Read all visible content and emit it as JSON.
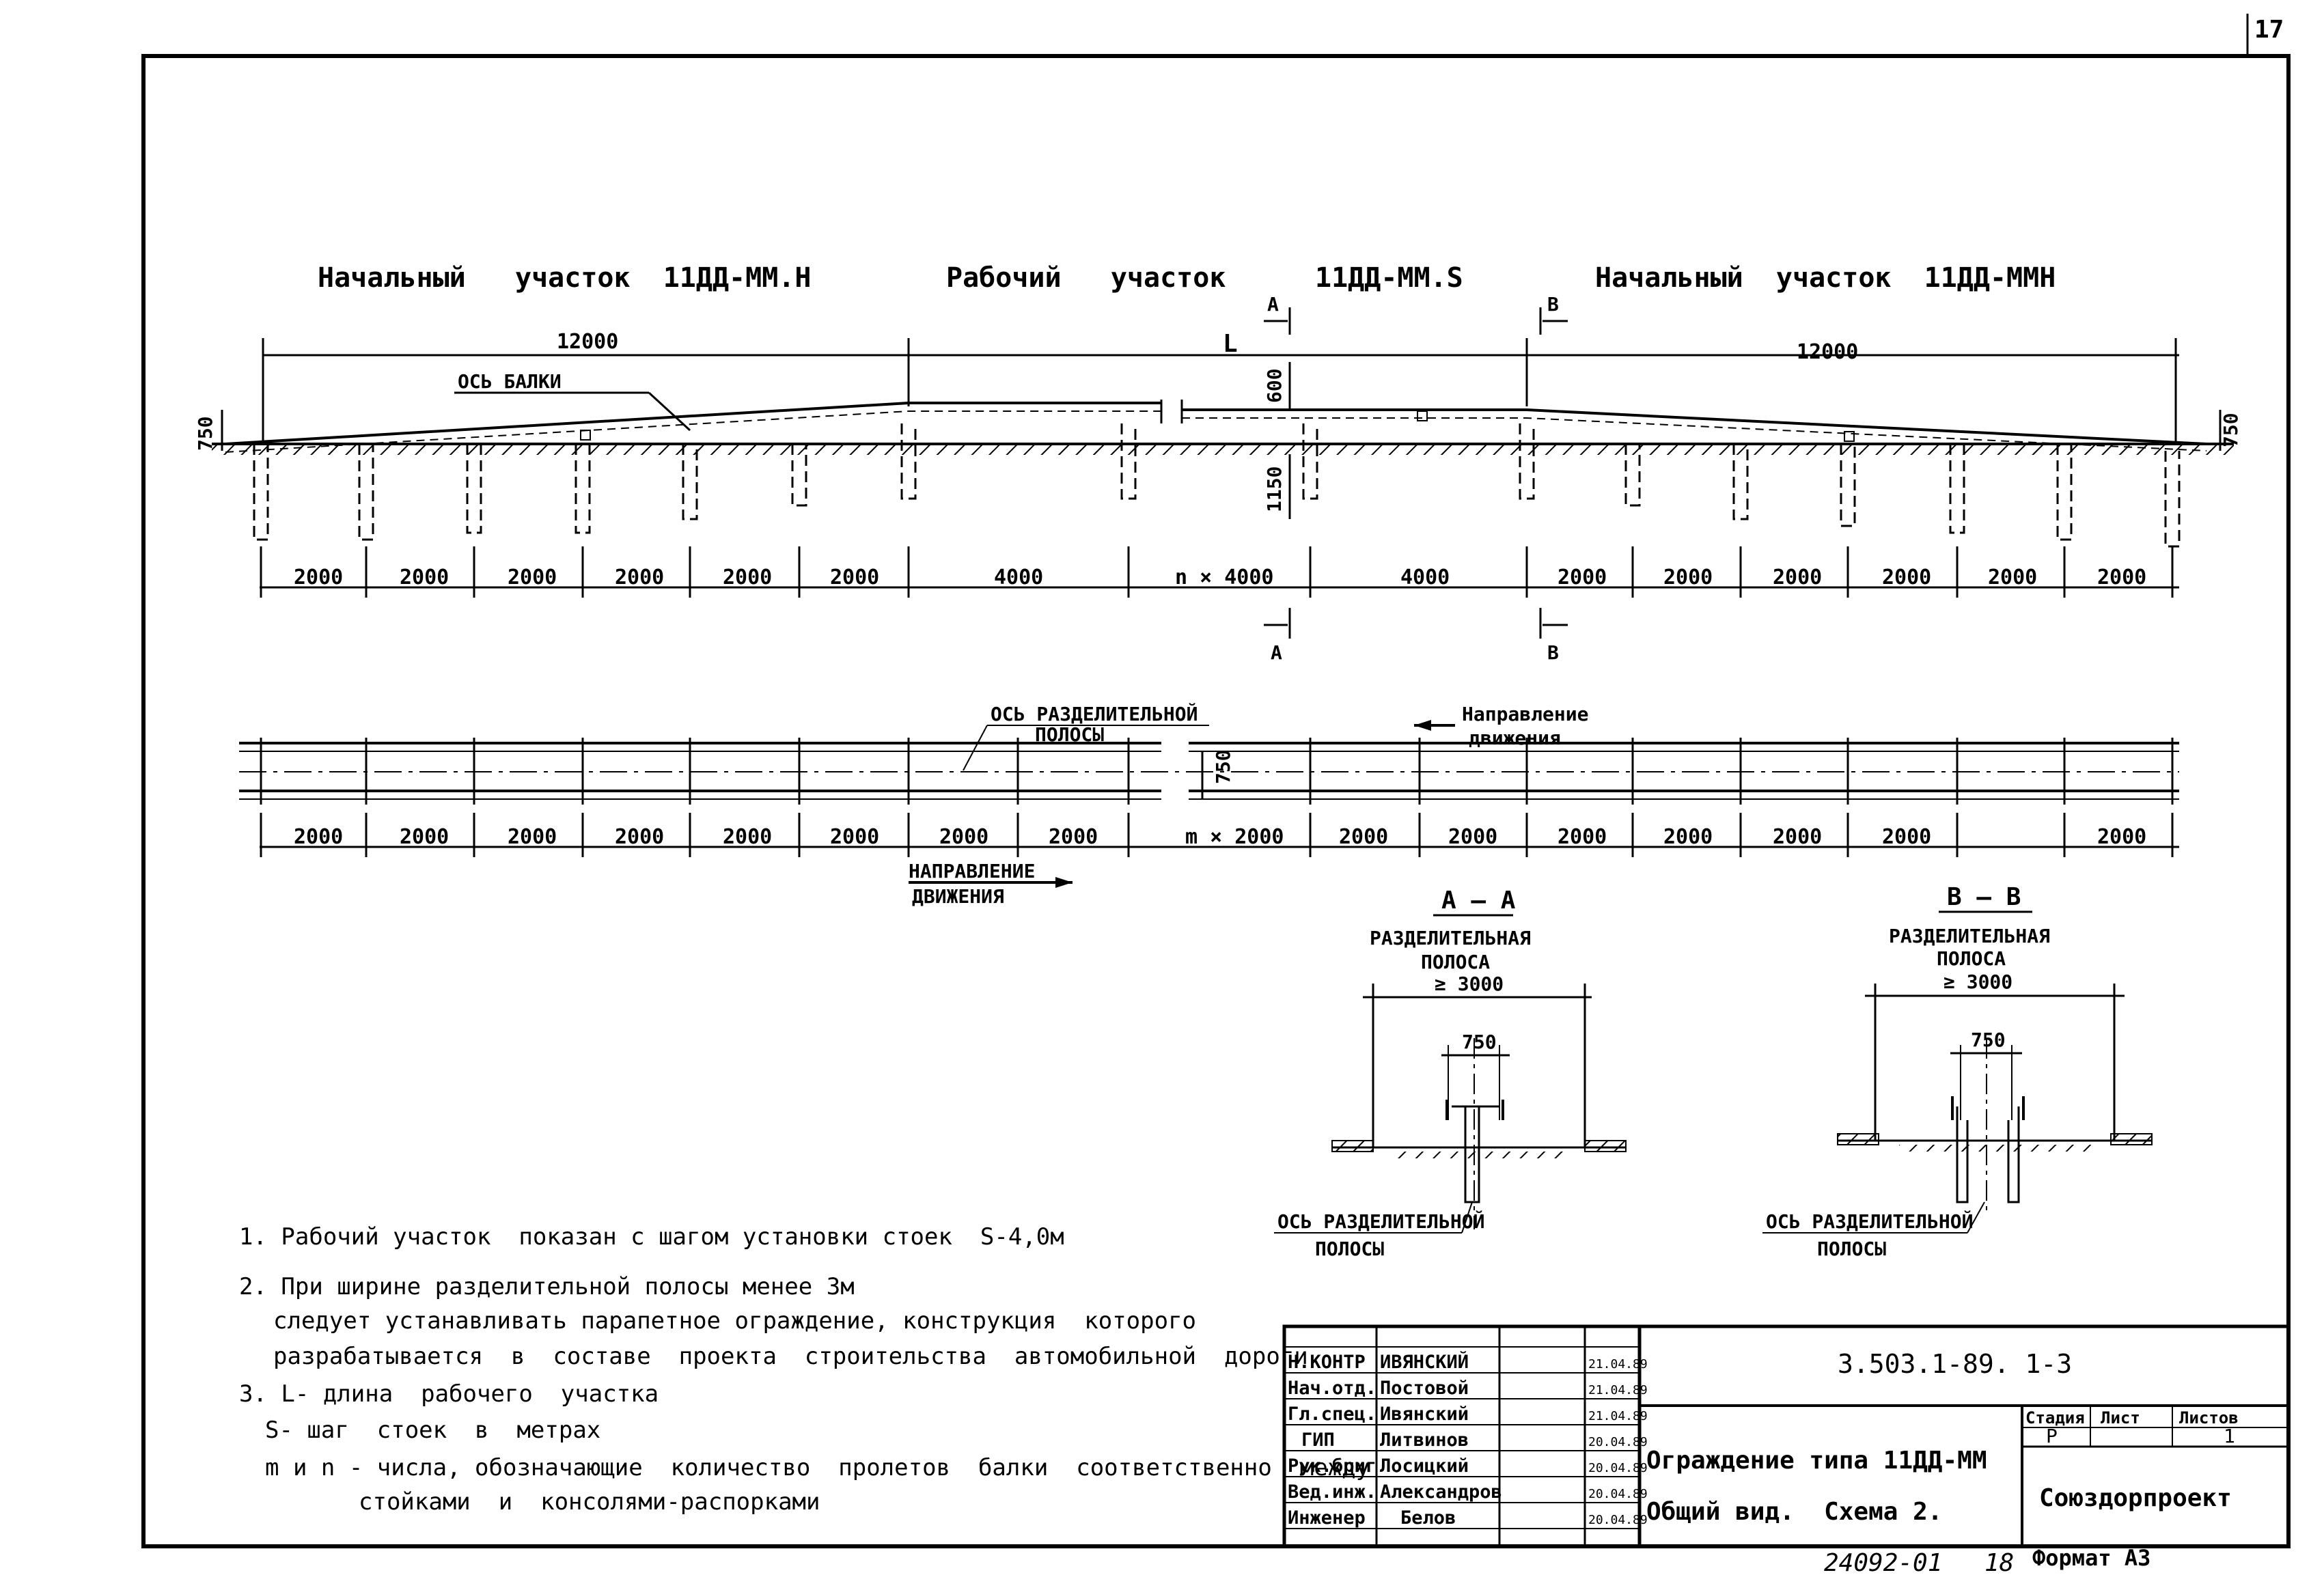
{
  "page_number": "17",
  "headings": {
    "start_left": "Начальный   участок  11ДД-ММ.Н",
    "working": "Рабочий   участок",
    "working_code": "11ДД-ММ.S",
    "start_right": "Начальный  участок  11ДД-ММН"
  },
  "elevation": {
    "dim_12000_left": "12000",
    "dim_L": "L",
    "dim_12000_right": "12000",
    "beam_axis": "ОСЬ БАЛКИ",
    "h750_left": "750",
    "h750_right": "750",
    "h600": "600",
    "h1150": "1150",
    "bottom_dims": [
      "2000",
      "2000",
      "2000",
      "2000",
      "2000",
      "2000",
      "4000",
      "n × 4000",
      "4000",
      "2000",
      "2000",
      "2000",
      "2000",
      "2000",
      "2000"
    ],
    "section_A": "A",
    "section_B": "B"
  },
  "plan": {
    "divider_axis_line1": "ОСЬ РАЗДЕЛИТЕЛЬНОЙ",
    "divider_axis_line2": "ПОЛОСЫ",
    "direction_top_line1": "Направление",
    "direction_top_line2": "движения",
    "direction_bottom_line1": "НАПРАВЛЕНИЕ",
    "direction_bottom_line2": "ДВИЖЕНИЯ",
    "w750": "750",
    "bottom_dims": [
      "2000",
      "2000",
      "2000",
      "2000",
      "2000",
      "2000",
      "2000",
      "2000",
      "m × 2000",
      "2000",
      "2000",
      "2000",
      "2000",
      "2000",
      "2000",
      "2000"
    ]
  },
  "section_aa": {
    "title": "A – A",
    "sub1": "РАЗДЕЛИТЕЛЬНАЯ",
    "sub2": "ПОЛОСА",
    "width": "≥ 3000",
    "inner": "750",
    "axis1": "ОСЬ РАЗДЕЛИТЕЛЬНОЙ",
    "axis2": "ПОЛОСЫ"
  },
  "section_bb": {
    "title": "B — B",
    "sub1": "РАЗДЕЛИТЕЛЬНАЯ",
    "sub2": "ПОЛОСА",
    "width": "≥ 3000",
    "inner": "750",
    "axis1": "ОСЬ РАЗДЕЛИТЕЛЬНОЙ",
    "axis2": "ПОЛОСЫ"
  },
  "notes": [
    "1. Рабочий участок  показан с шагом установки стоек  S-4,0м",
    "2. При ширине разделительной полосы менее 3м",
    "следует устанавливать парапетное ограждение, конструкция  которого",
    "разрабатывается  в  составе  проекта  строительства  автомобильной  дороги",
    "3. L- длина  рабочего  участка",
    "S- шаг  стоек  в  метрах",
    "m и n - числа, обозначающие  количество  пролетов  балки  соответственно  между",
    "стойками  и  консолями-распорками"
  ],
  "title_block": {
    "rows": [
      {
        "role": "Н.КОНТР",
        "name": "ИВЯНСКИЙ",
        "date": "21.04.89"
      },
      {
        "role": "Нач.отд.",
        "name": "Постовой",
        "date": "21.04.89"
      },
      {
        "role": "Гл.спец.",
        "name": "Ивянский",
        "date": "21.04.89"
      },
      {
        "role": "ГИП",
        "name": "Литвинов",
        "date": "20.04.89"
      },
      {
        "role": "Рук.бриг",
        "name": "Лосицкий",
        "date": "20.04.89"
      },
      {
        "role": "Вед.инж.",
        "name": "Александров",
        "date": "20.04.89"
      },
      {
        "role": "Инженер",
        "name": "Белов",
        "date": "20.04.89"
      }
    ],
    "doc_code": "3.503.1-89.  1-3",
    "title_line1": "Ограждение типа 11ДД-ММ",
    "title_line2": "Общий вид.  Схема 2.",
    "stage_header": "Стадия",
    "sheet_header": "Лист",
    "sheets_header": "Листов",
    "stage": "Р",
    "sheet": "",
    "sheets": "1",
    "org": "Союздорпроект"
  },
  "footer": {
    "inventory": "24092-01",
    "copy": "18",
    "format": "Формат А3"
  }
}
